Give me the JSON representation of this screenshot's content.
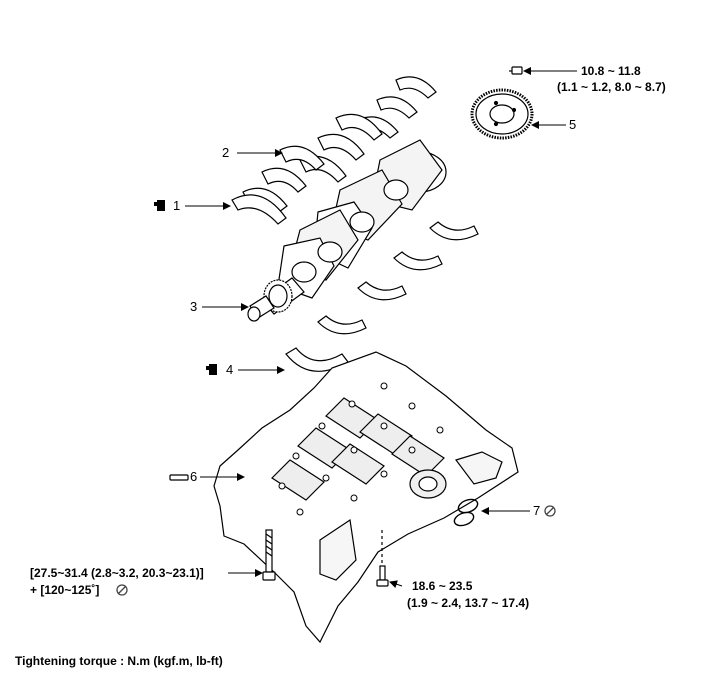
{
  "callouts": {
    "c1": "1",
    "c2": "2",
    "c3": "3",
    "c4": "4",
    "c5": "5",
    "c6": "6",
    "c7": "7"
  },
  "torque": {
    "flywheel_bolt_line1": "10.8 ~ 11.8",
    "flywheel_bolt_line2": "(1.1 ~ 1.2, 8.0 ~ 8.7)",
    "main_bolt_line1": "[27.5~31.4 (2.8~3.2, 20.3~23.1)]",
    "main_bolt_line2": "+ [120~125˚]",
    "ladder_bolt_line1": "18.6 ~ 23.5",
    "ladder_bolt_line2": "(1.9 ~ 2.4, 13.7 ~ 17.4)"
  },
  "caption": "Tightening torque : N.m (kgf.m, lb-ft)"
}
